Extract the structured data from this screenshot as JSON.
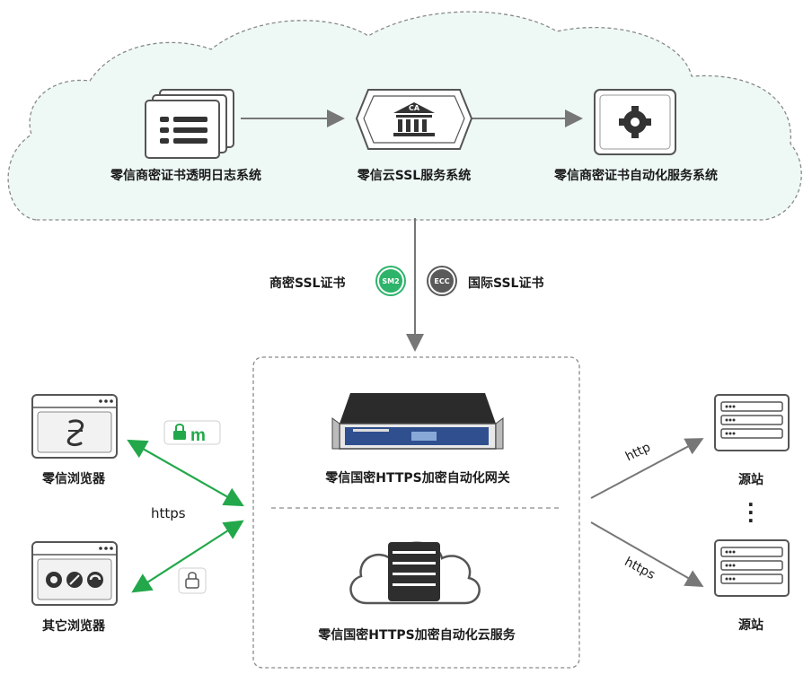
{
  "cloud": {
    "nodes": [
      {
        "label": "零信商密证书透明日志系统",
        "icon": "document-list-icon"
      },
      {
        "label": "零信云SSL服务系统",
        "icon": "ca-bank-icon",
        "badge_text": "CA"
      },
      {
        "label": "零信商密证书自动化服务系统",
        "icon": "gear-icon"
      }
    ]
  },
  "certs": {
    "left_label": "商密SSL证书",
    "left_badge": "SM2",
    "right_label": "国际SSL证书",
    "right_badge": "ECC"
  },
  "gateway": {
    "top_label": "零信国密HTTPS加密自动化网关",
    "bottom_label": "零信国密HTTPS加密自动化云服务"
  },
  "clients": {
    "top_label": "零信浏览器",
    "bottom_label": "其它浏览器",
    "protocol": "https"
  },
  "origin": {
    "top_label": "源站",
    "bottom_label": "源站",
    "protocol_top": "http",
    "protocol_bottom": "https"
  },
  "colors": {
    "cloud_fill": "#eef9f6",
    "green_arrow": "#22a84a",
    "gray_arrow": "#777777"
  }
}
